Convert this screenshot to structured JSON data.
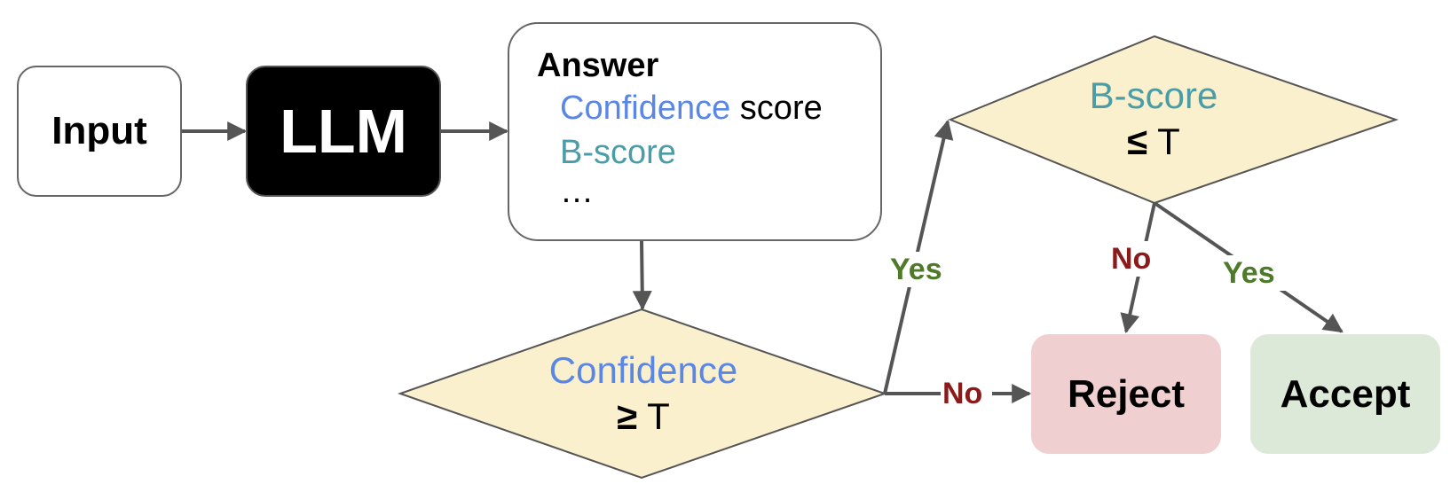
{
  "nodes": {
    "input": "Input",
    "llm": "LLM",
    "answer": {
      "title": "Answer",
      "confidence_word": "Confidence",
      "score_word": " score",
      "bscore": "B-score",
      "ellipsis": "…"
    },
    "confidence_decision": {
      "label": "Confidence",
      "symbol": "≥",
      "threshold": " T"
    },
    "bscore_decision": {
      "label": "B-score",
      "symbol": "≤",
      "threshold": " T"
    },
    "reject": "Reject",
    "accept": "Accept"
  },
  "edges": {
    "conf_yes": "Yes",
    "conf_no": "No",
    "bscore_no": "No",
    "bscore_yes": "Yes"
  },
  "colors": {
    "confidence": "#5a87e6",
    "bscore": "#4a9da6",
    "yes": "#4f7a2a",
    "no": "#8b1a1a",
    "diamond_fill": "#faf0cd",
    "reject_fill": "#efcfcf",
    "accept_fill": "#dce9d8"
  }
}
